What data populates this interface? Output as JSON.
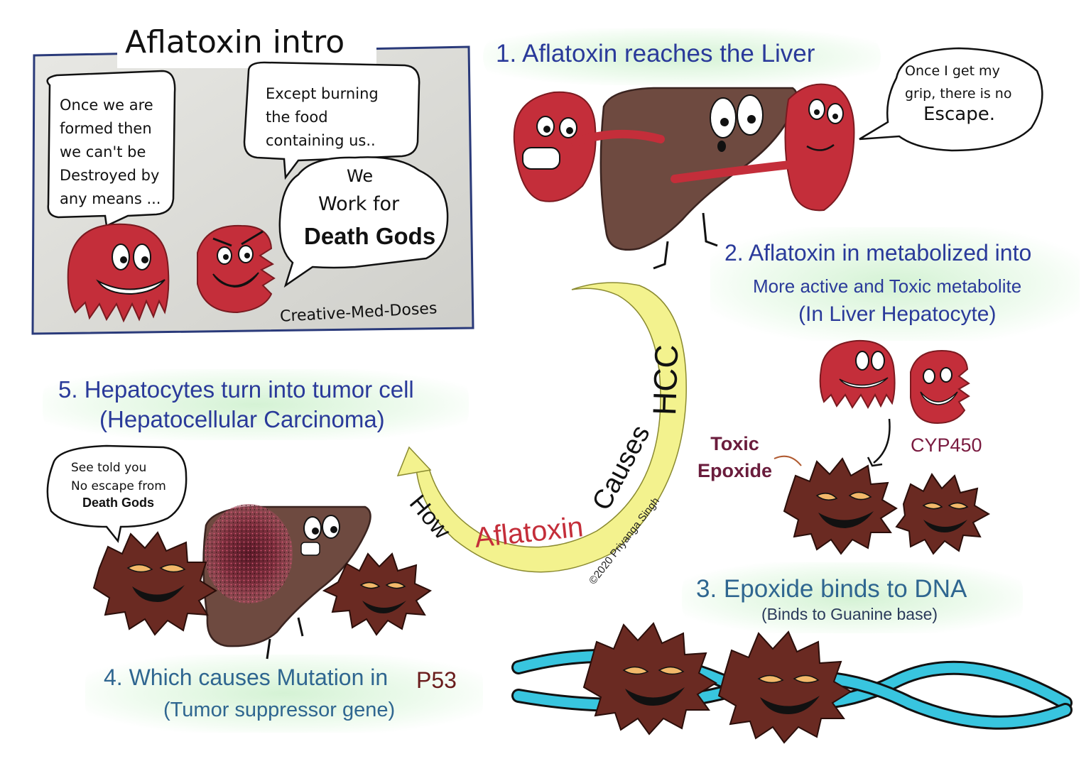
{
  "intro_panel": {
    "title": "Aflatoxin intro",
    "bubble_left": [
      "Once we are",
      "formed then",
      "we can't be",
      "Destroyed by",
      "any means ..."
    ],
    "bubble_right": [
      "Except burning",
      "the food",
      "containing us.."
    ],
    "bubble_work": [
      "We",
      "Work for"
    ],
    "bubble_work_bold": "Death Gods",
    "signature": "Creative-Med-Doses"
  },
  "step1": {
    "title": "1. Aflatoxin reaches the Liver",
    "bubble": [
      "Once I get my",
      "grip, there is no"
    ],
    "bubble_bold": "Escape."
  },
  "step2": {
    "line1": "2. Aflatoxin in metabolized into",
    "line2": "More active and Toxic metabolite",
    "line3": "(In Liver Hepatocyte)",
    "enzyme": "CYP450",
    "epoxide_label": [
      "Toxic",
      "Epoxide"
    ]
  },
  "step3": {
    "title": "3. Epoxide binds to DNA",
    "subtitle": "(Binds to Guanine base)"
  },
  "step4": {
    "line1": "4. Which causes Mutation in",
    "gene": "P53",
    "line2": "(Tumor suppressor gene)"
  },
  "step5": {
    "line1": "5. Hepatocytes turn into tumor cell",
    "line2": "(Hepatocellular Carcinoma)",
    "bubble": [
      "See told you",
      "No escape from"
    ],
    "bubble_bold": "Death Gods"
  },
  "center_arc": {
    "word_how": "How",
    "word_aflatoxin": "Aflatoxin",
    "word_causes": "Causes",
    "word_hcc": "HCC",
    "copyright": "©2020 Priyanga Singh"
  },
  "colors": {
    "step_blue": "#2a3a9a",
    "step_teal": "#2f6690",
    "toxin_red": "#c42e3a",
    "liver_brown": "#6e4a40",
    "epoxide_brown": "#6a2a22",
    "dna_cyan": "#38c5df",
    "arc_yellow": "#f3f28e",
    "maroon_text": "#7a1b40"
  }
}
